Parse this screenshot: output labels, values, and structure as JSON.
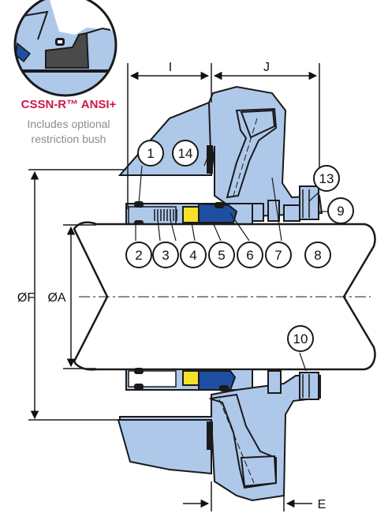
{
  "caption": {
    "title": "CSSN-R™ ANSI+",
    "line1": "Includes optional",
    "line2": "restriction bush"
  },
  "dimensions": {
    "I": "I",
    "J": "J",
    "E": "E",
    "F": "ØF",
    "A": "ØA"
  },
  "parts": [
    "1",
    "2",
    "3",
    "4",
    "5",
    "6",
    "7",
    "8",
    "9",
    "10",
    "13",
    "14"
  ],
  "colors": {
    "housing": "#aec8ea",
    "outline": "#1a1a1a",
    "seat_blue": "#1f4fa3",
    "yellow": "#f3e12a",
    "dark_grey": "#4a4a4a",
    "caption_red": "#d0174a",
    "caption_grey": "#8c8c8c"
  }
}
